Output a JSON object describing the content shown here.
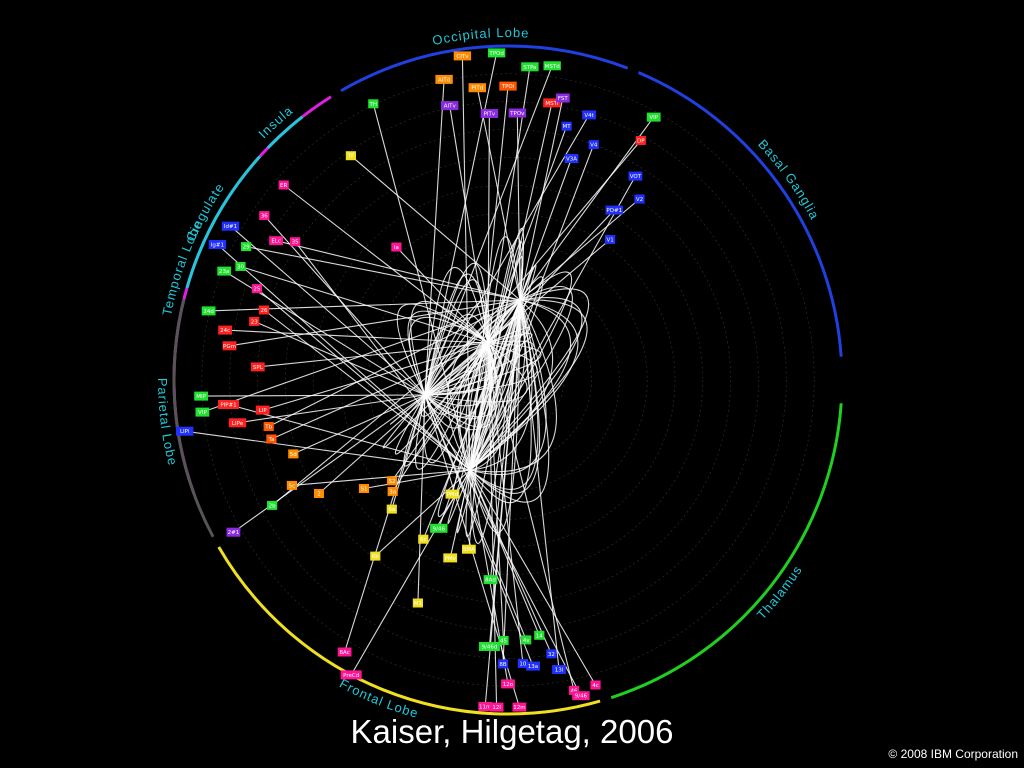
{
  "diagram": {
    "regions": [
      {
        "name": "Temporal  Lobe",
        "color": "#e020e0",
        "a0": 160,
        "a1": 238
      },
      {
        "name": "Occipital  Lobe",
        "color": "#2040e0",
        "a0": 240,
        "a1": 291
      },
      {
        "name": "Basal  Ganglia",
        "color": "#2040e0",
        "a0": 293,
        "a1": 356
      },
      {
        "name": "Thalamus",
        "color": "#20d020",
        "a0": 4,
        "a1": 72
      },
      {
        "name": "Frontal Lobe",
        "color": "#f0e020",
        "a0": 74,
        "a1": 150
      },
      {
        "name": "Parietal  Lobe",
        "color": "#555555",
        "a0": 152,
        "a1": 194
      },
      {
        "name": "Cingulate",
        "color": "#20c8d8",
        "a0": 196,
        "a1": 222
      },
      {
        "name": "Insula",
        "color": "#20c8d8",
        "a0": 224,
        "a1": 232
      }
    ],
    "nodes": [
      {
        "label": "AITv",
        "color": "#8a2be2",
        "a": 258,
        "r": 0.84
      },
      {
        "label": "AITd",
        "color": "#ff8c00",
        "a": 258,
        "r": 0.92
      },
      {
        "label": "CITv",
        "color": "#ff8c00",
        "a": 262,
        "r": 0.98
      },
      {
        "label": "PITd",
        "color": "#ff8c00",
        "a": 264,
        "r": 0.88
      },
      {
        "label": "PITv",
        "color": "#8a2be2",
        "a": 266,
        "r": 0.8
      },
      {
        "label": "TPOd",
        "color": "#20e030",
        "a": 268,
        "r": 0.98
      },
      {
        "label": "TPOi",
        "color": "#ff5500",
        "a": 270,
        "r": 0.88
      },
      {
        "label": "TPOv",
        "color": "#8a2be2",
        "a": 272,
        "r": 0.8
      },
      {
        "label": "STPa",
        "color": "#20e030",
        "a": 274,
        "r": 0.94
      },
      {
        "label": "MSTd",
        "color": "#20e030",
        "a": 278,
        "r": 0.95
      },
      {
        "label": "MSTl",
        "color": "#ff2020",
        "a": 279,
        "r": 0.84
      },
      {
        "label": "FST",
        "color": "#8a2be2",
        "a": 281,
        "r": 0.86
      },
      {
        "label": "MT",
        "color": "#2030ff",
        "a": 283,
        "r": 0.78
      },
      {
        "label": "V4t",
        "color": "#2030ff",
        "a": 287,
        "r": 0.83
      },
      {
        "label": "V4",
        "color": "#2030ff",
        "a": 290,
        "r": 0.75
      },
      {
        "label": "V3A",
        "color": "#2030ff",
        "a": 286,
        "r": 0.69
      },
      {
        "label": "VIP",
        "color": "#20e030",
        "a": 299,
        "r": 0.9
      },
      {
        "label": "DP",
        "color": "#ff2020",
        "a": 299,
        "r": 0.82
      },
      {
        "label": "VOT",
        "color": "#2030ff",
        "a": 302,
        "r": 0.72
      },
      {
        "label": "V2",
        "color": "#2030ff",
        "a": 306,
        "r": 0.67
      },
      {
        "label": "PO#1",
        "color": "#2030ff",
        "a": 302,
        "r": 0.6
      },
      {
        "label": "V1",
        "color": "#2030ff",
        "a": 306,
        "r": 0.52
      },
      {
        "label": "TH",
        "color": "#20e030",
        "a": 244,
        "r": 0.92
      },
      {
        "label": "TF",
        "color": "#f0e020",
        "a": 235,
        "r": 0.82
      },
      {
        "label": "ER",
        "color": "#ff1493",
        "a": 221,
        "r": 0.89
      },
      {
        "label": "36",
        "color": "#ff1493",
        "a": 214,
        "r": 0.88
      },
      {
        "label": "35",
        "color": "#ff1493",
        "a": 213,
        "r": 0.76
      },
      {
        "label": "ELc",
        "color": "#ff1493",
        "a": 211,
        "r": 0.81
      },
      {
        "label": "Ia",
        "color": "#ff1493",
        "a": 230,
        "r": 0.52
      },
      {
        "label": "Id#1",
        "color": "#2030ff",
        "a": 209,
        "r": 0.95
      },
      {
        "label": "Ig#1",
        "color": "#2030ff",
        "a": 205,
        "r": 0.96
      },
      {
        "label": "29",
        "color": "#20e030",
        "a": 207,
        "r": 0.88
      },
      {
        "label": "30",
        "color": "#20e030",
        "a": 203,
        "r": 0.87
      },
      {
        "label": "23a",
        "color": "#20e030",
        "a": 201,
        "r": 0.91
      },
      {
        "label": "25",
        "color": "#ff1493",
        "a": 200,
        "r": 0.8
      },
      {
        "label": "24d",
        "color": "#20e030",
        "a": 193,
        "r": 0.92
      },
      {
        "label": "24c",
        "color": "#ff2020",
        "a": 190,
        "r": 0.86
      },
      {
        "label": "23",
        "color": "#ff2020",
        "a": 193,
        "r": 0.78
      },
      {
        "label": "26",
        "color": "#ff2020",
        "a": 196,
        "r": 0.76
      },
      {
        "label": "PGm",
        "color": "#ff2020",
        "a": 187,
        "r": 0.84
      },
      {
        "label": "SPL",
        "color": "#ff2020",
        "a": 183,
        "r": 0.75
      },
      {
        "label": "MIP",
        "color": "#20e030",
        "a": 177,
        "r": 0.92
      },
      {
        "label": "PIP#1",
        "color": "#ff2020",
        "a": 175,
        "r": 0.84
      },
      {
        "label": "VIP",
        "color": "#20e030",
        "a": 174,
        "r": 0.92
      },
      {
        "label": "LIP",
        "color": "#ff2020",
        "a": 173,
        "r": 0.74
      },
      {
        "label": "LIPe",
        "color": "#ff2020",
        "a": 171,
        "r": 0.82
      },
      {
        "label": "LIPi",
        "color": "#2030ff",
        "a": 171,
        "r": 0.98
      },
      {
        "label": "Tb",
        "color": "#ff5500",
        "a": 169,
        "r": 0.73
      },
      {
        "label": "Ta",
        "color": "#ff5500",
        "a": 166,
        "r": 0.73
      },
      {
        "label": "5d",
        "color": "#ff8c00",
        "a": 161,
        "r": 0.68
      },
      {
        "label": "5c",
        "color": "#ff8c00",
        "a": 154,
        "r": 0.72
      },
      {
        "label": "2b",
        "color": "#20e030",
        "a": 152,
        "r": 0.8
      },
      {
        "label": "2",
        "color": "#ff8c00",
        "a": 149,
        "r": 0.66
      },
      {
        "label": "2#1",
        "color": "#8a2be2",
        "a": 151,
        "r": 0.94
      },
      {
        "label": "S1",
        "color": "#ff8c00",
        "a": 143,
        "r": 0.54
      },
      {
        "label": "S2",
        "color": "#ff8c00",
        "a": 139,
        "r": 0.46
      },
      {
        "label": "3a",
        "color": "#ff8c00",
        "a": 136,
        "r": 0.48
      },
      {
        "label": "6a",
        "color": "#f0e020",
        "a": 132,
        "r": 0.52
      },
      {
        "label": "6b",
        "color": "#f0e020",
        "a": 127,
        "r": 0.66
      },
      {
        "label": "6c",
        "color": "#f0e020",
        "a": 118,
        "r": 0.54
      },
      {
        "label": "PMd",
        "color": "#f0e020",
        "a": 116,
        "r": 0.38
      },
      {
        "label": "M1",
        "color": "#f0e020",
        "a": 112,
        "r": 0.72
      },
      {
        "label": "PMv",
        "color": "#f0e020",
        "a": 108,
        "r": 0.56
      },
      {
        "label": "9/46",
        "color": "#20e030",
        "a": 115,
        "r": 0.49
      },
      {
        "label": "SMA",
        "color": "#f0e020",
        "a": 103,
        "r": 0.52
      },
      {
        "label": "8Ac",
        "color": "#ff1493",
        "a": 121,
        "r": 0.95
      },
      {
        "label": "PreCd",
        "color": "#ff1493",
        "a": 118,
        "r": 1.0
      },
      {
        "label": "11m",
        "color": "#ff1493",
        "a": 94,
        "r": 0.98
      },
      {
        "label": "12l",
        "color": "#ff1493",
        "a": 92,
        "r": 0.98
      },
      {
        "label": "12m",
        "color": "#ff1493",
        "a": 88,
        "r": 0.98
      },
      {
        "label": "12o",
        "color": "#ff1493",
        "a": 90,
        "r": 0.91
      },
      {
        "label": "8B",
        "color": "#2030ff",
        "a": 91,
        "r": 0.85
      },
      {
        "label": "10",
        "color": "#2030ff",
        "a": 87,
        "r": 0.85
      },
      {
        "label": "13a",
        "color": "#2030ff",
        "a": 85,
        "r": 0.86
      },
      {
        "label": "32",
        "color": "#2030ff",
        "a": 81,
        "r": 0.83
      },
      {
        "label": "13l",
        "color": "#2030ff",
        "a": 80,
        "r": 0.88
      },
      {
        "label": "46",
        "color": "#ff1493",
        "a": 78,
        "r": 0.95
      },
      {
        "label": "9/46",
        "color": "#ff1493",
        "a": 77,
        "r": 0.97
      },
      {
        "label": "4c",
        "color": "#ff1493",
        "a": 74,
        "r": 0.95
      },
      {
        "label": "9/46d",
        "color": "#20e030",
        "a": 94,
        "r": 0.8
      },
      {
        "label": "45",
        "color": "#20e030",
        "a": 91,
        "r": 0.78
      },
      {
        "label": "4v",
        "color": "#20e030",
        "a": 86,
        "r": 0.78
      },
      {
        "label": "14",
        "color": "#20e030",
        "a": 83,
        "r": 0.77
      },
      {
        "label": "8Ad",
        "color": "#20e030",
        "a": 95,
        "r": 0.6
      }
    ]
  },
  "caption": "Kaiser, Hilgetag, 2006",
  "copyright": "© 2008 IBM Corporation"
}
